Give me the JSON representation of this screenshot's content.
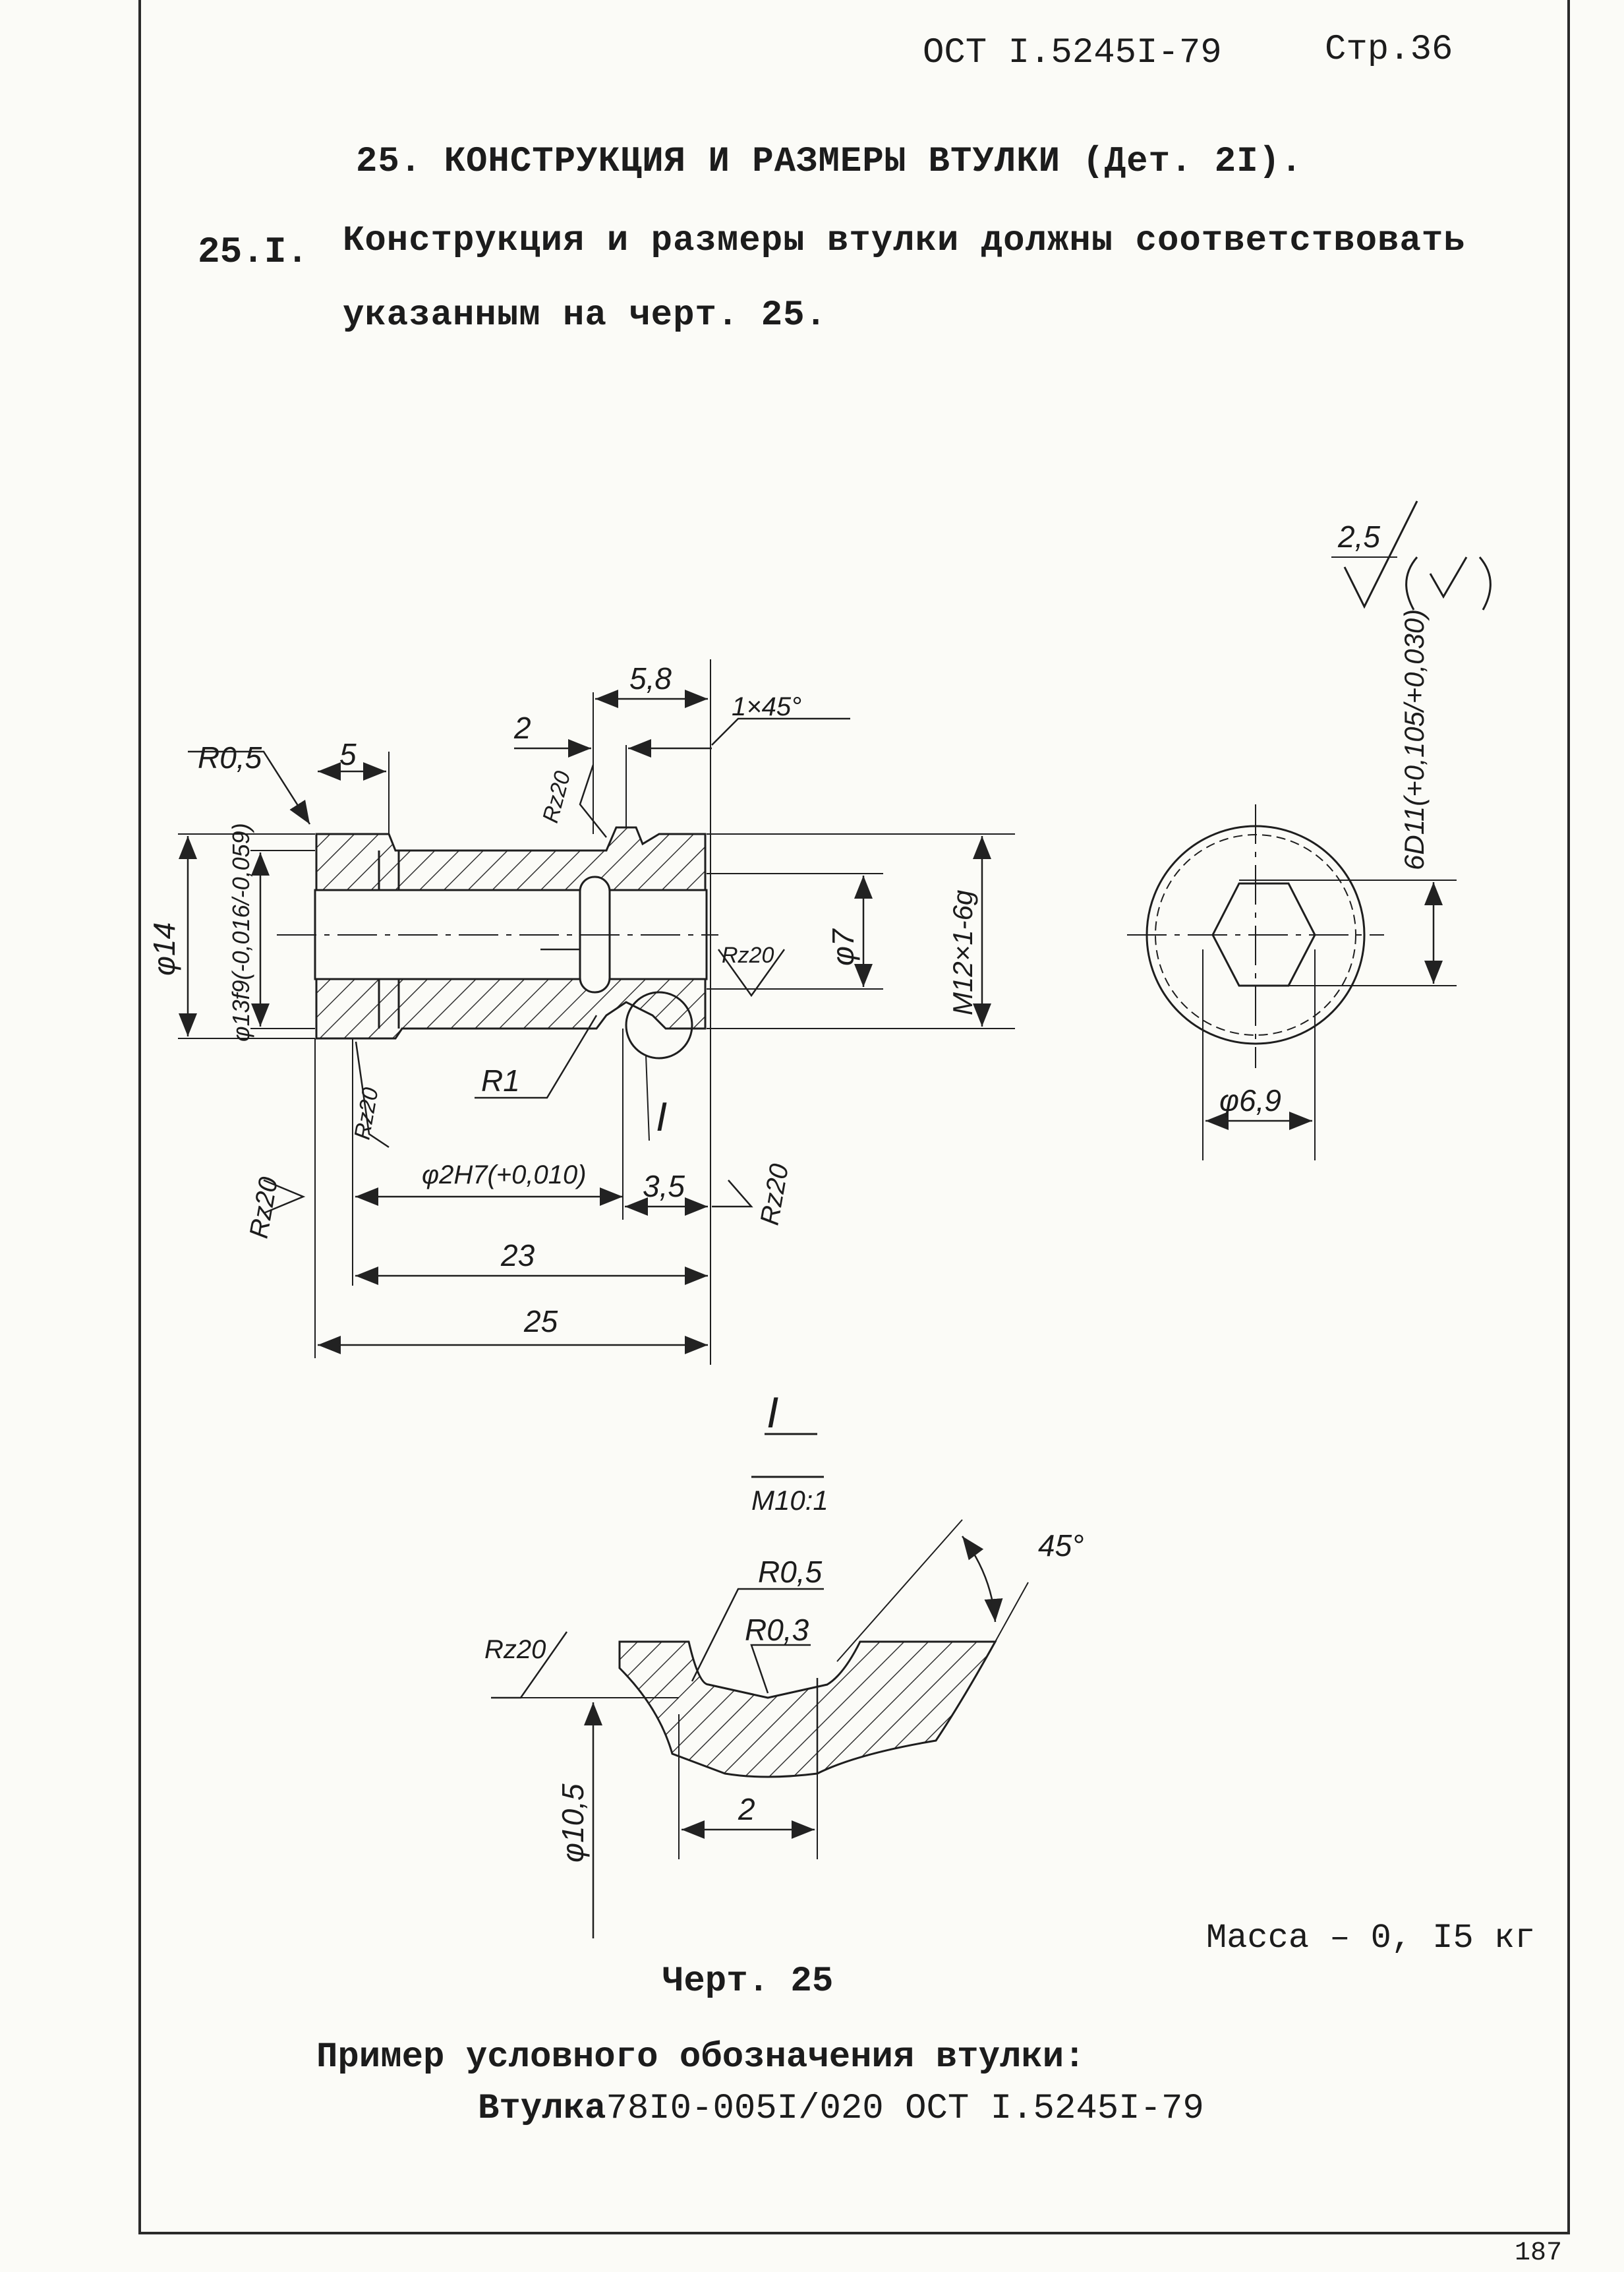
{
  "header": {
    "doc_code": "ОСТ I.5245I-79",
    "page": "Стр.36"
  },
  "section": {
    "title": "25.  КОНСТРУКЦИЯ И РАЗМЕРЫ  ВТУЛКИ (Дет. 2I)."
  },
  "paragraph": {
    "number": "25.I.",
    "line1": "Конструкция и размеры втулки должны соответствовать",
    "line2": "указанным на черт.  25."
  },
  "drawing": {
    "roughness_general": "2,5",
    "main_view": {
      "r05": "R0,5",
      "d5": "5",
      "d58": "5,8",
      "d2": "2",
      "chamfer": "1×45°",
      "rz20": "Rz20",
      "d14": "φ14",
      "d13": "φ13f9(-0,016/-0,059)",
      "d7": "φ7",
      "thread": "M12×1-6g",
      "r1": "R1",
      "view_I": "I",
      "d2h7": "φ2H7(+0,010)",
      "d35": "3,5",
      "d23": "23",
      "d25": "25"
    },
    "side_view": {
      "d6d11": "6D11(+0,105/+0,030)",
      "d69": "φ6,9"
    },
    "detail_view": {
      "label": "I",
      "scale": "М10:1",
      "angle": "45°",
      "r05": "R0,5",
      "r03": "R0,3",
      "rz20": "Rz20",
      "d105": "φ10,5",
      "d2": "2"
    }
  },
  "mass": "Масса – 0, I5 кг",
  "figure_caption": "Черт. 25",
  "example": {
    "title": "Пример условного обозначения  втулки:",
    "prefix": "Втулка",
    "value": "78I0-005I/020 ОСТ I.5245I-79"
  },
  "footer": {
    "page_number": "187"
  }
}
